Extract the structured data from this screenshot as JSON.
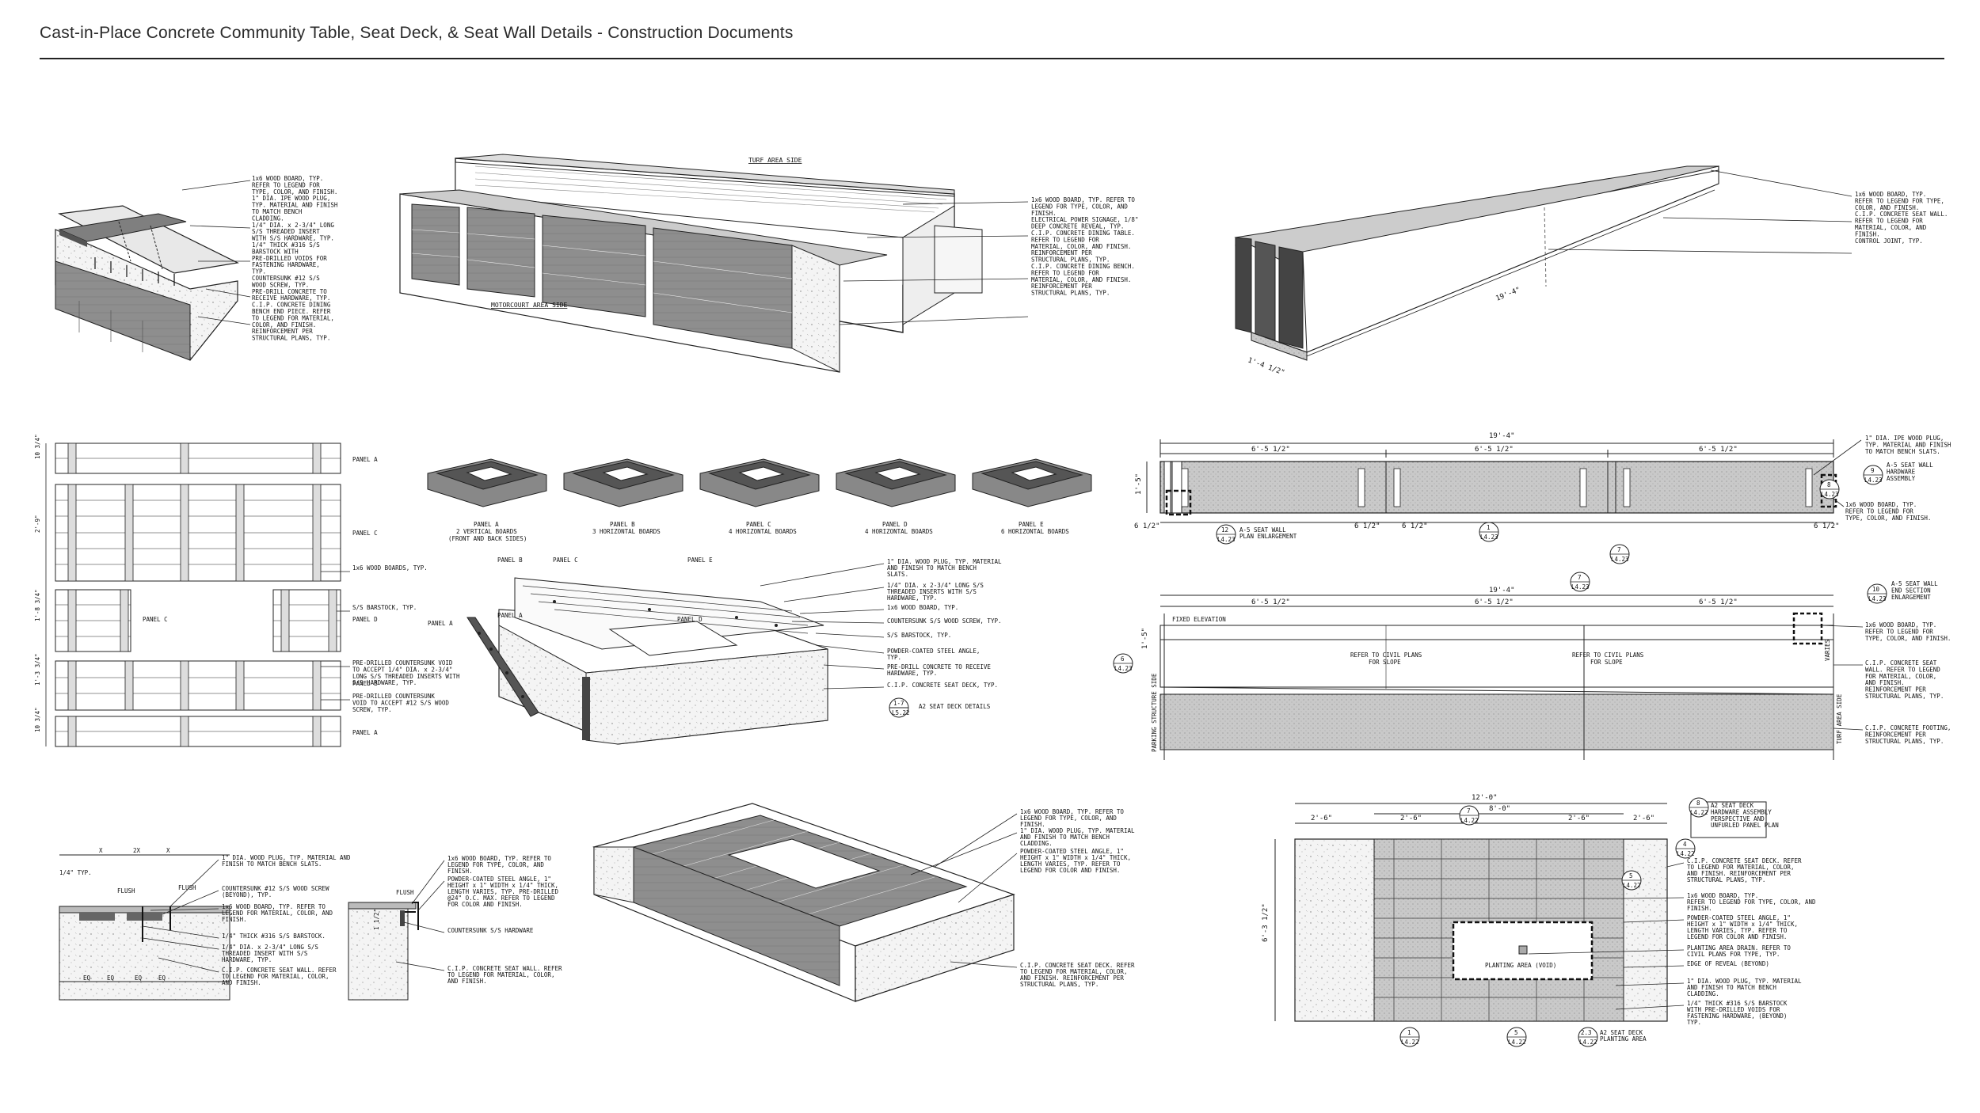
{
  "title": "Cast-in-Place Concrete Community Table, Seat Deck, & Seat Wall Details - Construction Documents",
  "detail_a": {
    "notes": [
      "1x6 WOOD BOARD, TYP.",
      "REFER TO LEGEND FOR",
      "TYPE, COLOR, AND FINISH.",
      "1\" DIA. IPE WOOD PLUG,",
      "TYP. MATERIAL AND FINISH",
      "TO MATCH BENCH",
      "CLADDING.",
      "1/4\" DIA. x 2-3/4\" LONG",
      "S/S THREADED INSERT",
      "WITH S/S HARDWARE, TYP.",
      "1/4\" THICK #316 S/S",
      "BARSTOCK WITH",
      "PRE-DRILLED VOIDS FOR",
      "FASTENING HARDWARE,",
      "TYP.",
      "COUNTERSUNK #12 S/S",
      "WOOD SCREW, TYP.",
      "PRE-DRILL CONCRETE TO",
      "RECEIVE HARDWARE, TYP.",
      "C.I.P. CONCRETE DINING",
      "BENCH END PIECE. REFER",
      "TO LEGEND FOR MATERIAL,",
      "COLOR, AND FINISH.",
      "REINFORCEMENT PER",
      "STRUCTURAL PLANS, TYP."
    ]
  },
  "detail_table": {
    "turf_label": "TURF AREA SIDE",
    "motorcourt_label": "MOTORCOURT AREA SIDE",
    "notes": [
      "1x6 WOOD BOARD, TYP. REFER TO",
      "LEGEND FOR TYPE, COLOR, AND",
      "FINISH.",
      "ELECTRICAL POWER SIGNAGE, 1/8\"",
      "DEEP CONCRETE REVEAL, TYP.",
      "C.I.P. CONCRETE DINING TABLE.",
      "REFER TO LEGEND FOR",
      "MATERIAL, COLOR, AND FINISH.",
      "REINFORCEMENT PER",
      "STRUCTURAL PLANS, TYP.",
      "C.I.P. CONCRETE DINING BENCH.",
      "REFER TO LEGEND FOR",
      "MATERIAL, COLOR, AND FINISH.",
      "REINFORCEMENT PER",
      "STRUCTURAL PLANS, TYP."
    ]
  },
  "detail_wall": {
    "length": "19'-4\"",
    "width": "1'-4 1/2\"",
    "notes": [
      "1x6 WOOD BOARD, TYP.",
      "REFER TO LEGEND FOR TYPE,",
      "COLOR, AND FINISH.",
      "C.I.P. CONCRETE SEAT WALL.",
      "REFER TO LEGEND FOR",
      "MATERIAL, COLOR, AND",
      "FINISH.",
      "CONTROL JOINT, TYP."
    ]
  },
  "panels": {
    "dims": [
      "10 3/4\"",
      "2'-9\"",
      "1'-8 3/4\"",
      "1'-3 3/4\"",
      "10 3/4\""
    ],
    "labels": [
      "PANEL A",
      "PANEL C",
      "PANEL C",
      "PANEL D",
      "PANEL B",
      "PANEL A"
    ],
    "notes": [
      "1x6 WOOD BOARDS, TYP.",
      "S/S BARSTOCK, TYP.",
      "PRE-DRILLED COUNTERSUNK VOID",
      "TO ACCEPT 1/4\" DIA. x 2-3/4\"",
      "LONG S/S THREADED INSERTS WITH",
      "S/S HARDWARE, TYP.",
      "PRE-DRILLED COUNTERSUNK",
      "VOID TO ACCEPT #12 S/S WOOD",
      "SCREW, TYP."
    ]
  },
  "panel_types": [
    {
      "name": "PANEL A",
      "desc": "2 VERTICAL BOARDS",
      "desc2": "(FRONT AND BACK SIDES)"
    },
    {
      "name": "PANEL B",
      "desc": "3 HORIZONTAL BOARDS",
      "desc2": ""
    },
    {
      "name": "PANEL C",
      "desc": "4 HORIZONTAL BOARDS",
      "desc2": ""
    },
    {
      "name": "PANEL D",
      "desc": "4 HORIZONTAL BOARDS",
      "desc2": ""
    },
    {
      "name": "PANEL E",
      "desc": "6 HORIZONTAL BOARDS",
      "desc2": ""
    }
  ],
  "exploded": {
    "labels": [
      "PANEL B",
      "PANEL C",
      "PANEL E",
      "PANEL A",
      "PANEL D",
      "PANEL A"
    ],
    "notes": [
      "1\" DIA. WOOD PLUG, TYP. MATERIAL",
      "AND FINISH TO MATCH BENCH",
      "SLATS.",
      "1/4\" DIA. x 2-3/4\" LONG S/S",
      "THREADED INSERTS WITH S/S",
      "HARDWARE, TYP.",
      "1x6 WOOD BOARD, TYP.",
      "COUNTERSUNK S/S WOOD SCREW, TYP.",
      "S/S BARSTOCK, TYP.",
      "POWDER-COATED STEEL ANGLE,",
      "TYP.",
      "PRE-DRILL CONCRETE TO RECEIVE",
      "HARDWARE, TYP.",
      "C.I.P. CONCRETE SEAT DECK, TYP.",
      "A2 SEAT DECK DETAILS"
    ],
    "callout_top": "1-7",
    "callout_bottom": "L5.22"
  },
  "plan": {
    "overall": "19'-4\"",
    "segments": [
      "6'-5 1/2\"",
      "6'-5 1/2\"",
      "6'-5 1/2\""
    ],
    "sub_dims": [
      "6 1/2\"",
      "6 1/2\"",
      "6 1/2\"",
      "6 1/2\""
    ],
    "height": "1'-5\"",
    "callouts": [
      {
        "top": "12",
        "bottom": "L4.23"
      },
      {
        "top": "1",
        "bottom": "L4.23"
      },
      {
        "top": "7",
        "bottom": "L4.23"
      },
      {
        "top": "9",
        "bottom": "L4.23"
      },
      {
        "top": "8",
        "bottom": "L4.23"
      }
    ],
    "callout_note": "A-5 SEAT WALL PLAN ENLARGEMENT",
    "notes": [
      "1\" DIA. IPE WOOD PLUG,",
      "TYP. MATERIAL AND FINISH",
      "TO MATCH BENCH SLATS.",
      "A-5 SEAT WALL",
      "HARDWARE",
      "ASSEMBLY",
      "1x6 WOOD BOARD, TYP.",
      "REFER TO LEGEND FOR",
      "TYPE, COLOR, AND FINISH."
    ]
  },
  "elevation": {
    "overall": "19'-4\"",
    "segments": [
      "6'-5 1/2\"",
      "6'-5 1/2\"",
      "6'-5 1/2\""
    ],
    "fixed": "FIXED ELEVATION",
    "slope_note": "REFER TO CIVIL PLANS FOR SLOPE",
    "left_label": "PARKING STRUCTURE SIDE",
    "right_label": "TURF AREA SIDE",
    "varies": "VARIES",
    "height": "1'-5\"",
    "callouts": [
      {
        "top": "7",
        "bottom": "L4.23"
      },
      {
        "top": "10",
        "bottom": "L4.23"
      },
      {
        "top": "6",
        "bottom": "L4.23"
      }
    ],
    "notes": [
      "A-5 SEAT WALL",
      "END SECTION",
      "ENLARGEMENT",
      "1x6 WOOD BOARD, TYP.",
      "REFER TO LEGEND FOR",
      "TYPE, COLOR, AND FINISH.",
      "C.I.P. CONCRETE SEAT",
      "WALL. REFER TO LEGEND",
      "FOR MATERIAL, COLOR,",
      "AND FINISH.",
      "REINFORCEMENT PER",
      "STRUCTURAL PLANS, TYP.",
      "C.I.P. CONCRETE FOOTING,",
      "REINFORCEMENT PER",
      "STRUCTURAL PLANS, TYP."
    ]
  },
  "section1": {
    "dims": [
      "X",
      "2X",
      "X",
      "EQ",
      "EQ",
      "EQ",
      "EQ"
    ],
    "labels": [
      "1/4\" TYP.",
      "FLUSH",
      "FLUSH"
    ],
    "notes": [
      "1\" DIA. WOOD PLUG, TYP. MATERIAL AND",
      "FINISH TO MATCH BENCH SLATS.",
      "COUNTERSUNK #12 S/S WOOD SCREW",
      "(BEYOND), TYP.",
      "1x6 WOOD BOARD, TYP. REFER TO",
      "LEGEND FOR MATERIAL, COLOR, AND",
      "FINISH.",
      "1/4\" THICK #316 S/S BARSTOCK.",
      "1/4\" DIA. x 2-3/4\" LONG S/S",
      "THREADED INSERT WITH S/S",
      "HARDWARE, TYP.",
      "C.I.P. CONCRETE SEAT WALL. REFER",
      "TO LEGEND FOR MATERIAL, COLOR,",
      "AND FINISH."
    ]
  },
  "section2": {
    "labels": [
      "FLUSH",
      "1 1/2\""
    ],
    "notes": [
      "1x6 WOOD BOARD, TYP. REFER TO",
      "LEGEND FOR TYPE, COLOR, AND",
      "FINISH.",
      "POWDER-COATED STEEL ANGLE, 1\"",
      "HEIGHT x 1\" WIDTH x 1/4\" THICK,",
      "LENGTH VARIES, TYP. PRE-DRILLED",
      "@24\" O.C. MAX. REFER TO LEGEND",
      "FOR COLOR AND FINISH.",
      "COUNTERSUNK S/S HARDWARE",
      "C.I.P. CONCRETE SEAT WALL. REFER",
      "TO LEGEND FOR MATERIAL, COLOR,",
      "AND FINISH."
    ]
  },
  "deck_iso": {
    "notes": [
      "1x6 WOOD BOARD, TYP. REFER TO",
      "LEGEND FOR TYPE, COLOR, AND",
      "FINISH.",
      "1\" DIA. WOOD PLUG, TYP. MATERIAL",
      "AND FINISH TO MATCH BENCH",
      "CLADDING.",
      "POWDER-COATED STEEL ANGLE, 1\"",
      "HEIGHT x 1\" WIDTH x 1/4\" THICK,",
      "LENGTH VARIES, TYP. REFER TO",
      "LEGEND FOR COLOR AND FINISH.",
      "C.I.P. CONCRETE SEAT DECK. REFER",
      "TO LEGEND FOR MATERIAL, COLOR,",
      "AND FINISH. REINFORCEMENT PER",
      "STRUCTURAL PLANS, TYP."
    ]
  },
  "deck_plan": {
    "overall": "12'-0\"",
    "inner": "8'-0\"",
    "dims": [
      "2'-6\"",
      "2'-6\"",
      "2'-6\"",
      "2'-6\""
    ],
    "height": "6'-3 1/2\"",
    "planting": "PLANTING AREA (VOID)",
    "legend": [
      "A2 SEAT DECK",
      "HARDWARE ASSEMBLY",
      "PERSPECTIVE AND",
      "UNFURLED PANEL PLAN"
    ],
    "callouts": [
      {
        "top": "7",
        "bottom": "L4.22"
      },
      {
        "top": "4",
        "bottom": "L4.22"
      },
      {
        "top": "5",
        "bottom": "L4.22"
      },
      {
        "top": "1",
        "bottom": "L4.22"
      },
      {
        "top": "5",
        "bottom": "L4.22"
      },
      {
        "top": "2.3",
        "bottom": "L4.22"
      },
      {
        "top": "8",
        "bottom": "L4.22"
      }
    ],
    "bottom_note": "A2 SEAT DECK PLANTING AREA",
    "notes": [
      "C.I.P. CONCRETE SEAT DECK. REFER",
      "TO LEGEND FOR MATERIAL, COLOR,",
      "AND FINISH. REINFORCEMENT PER",
      "STRUCTURAL PLANS, TYP.",
      "1x6 WOOD BOARD, TYP.",
      "REFER TO LEGEND FOR TYPE, COLOR, AND",
      "FINISH.",
      "POWDER-COATED STEEL ANGLE, 1\"",
      "HEIGHT x 1\" WIDTH x 1/4\" THICK,",
      "LENGTH VARIES, TYP. REFER TO",
      "LEGEND FOR COLOR AND FINISH.",
      "PLANTING AREA DRAIN. REFER TO",
      "CIVIL PLANS FOR TYPE, TYP.",
      "EDGE OF REVEAL (BEYOND)",
      "1\" DIA. WOOD PLUG, TYP. MATERIAL",
      "AND FINISH TO MATCH BENCH",
      "CLADDING.",
      "1/4\" THICK #316 S/S BARSTOCK",
      "WITH PRE-DRILLED VOIDS FOR",
      "FASTENING HARDWARE, (BEYOND)",
      "TYP."
    ]
  }
}
